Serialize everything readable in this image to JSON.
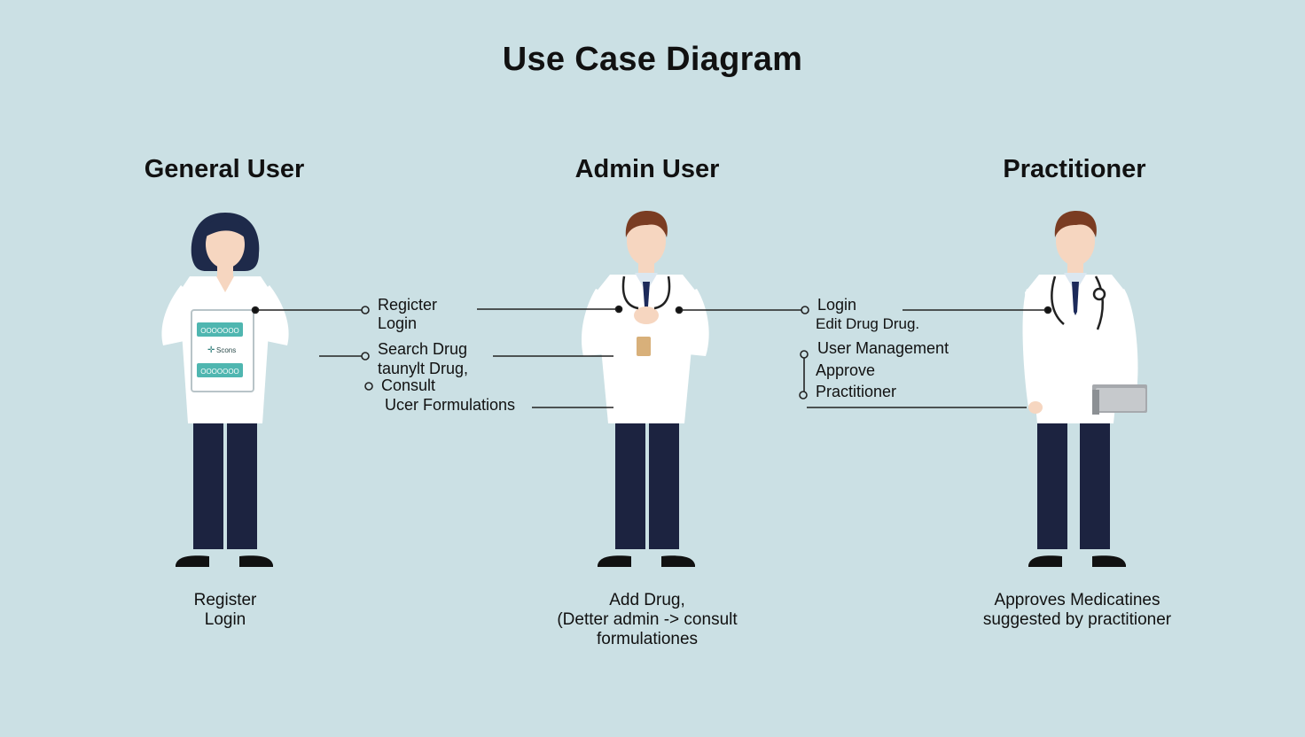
{
  "diagram_title": "Use Case Diagram",
  "actors": {
    "general": {
      "title": "General User",
      "caption_lines": [
        "Register",
        "Login"
      ],
      "tablet_labels": [
        "OOOOOOO",
        "Scons",
        "OOOOOOO"
      ]
    },
    "admin": {
      "title": "Admin User",
      "caption_lines": [
        "Add Drug,",
        "(Detter admin -> consult",
        "formulationes"
      ]
    },
    "practitioner": {
      "title": "Practitioner",
      "caption_lines": [
        "Approves Medicatines",
        "suggested by practitioner"
      ]
    }
  },
  "use_cases_left": [
    "Regicter",
    "Login",
    "Search Drug",
    "taunylt Drug,",
    "Consult",
    "Ucer Formulations"
  ],
  "use_cases_right": [
    "Login",
    "Edit Drug Drug.",
    "User Management",
    "Approve",
    "Practitioner"
  ],
  "colors": {
    "background": "#cbe0e4",
    "coat": "#ffffff",
    "pants": "#1c2340",
    "skin": "#f6d6c0",
    "hair_female": "#1e2a4a",
    "hair_male": "#7a3c22",
    "tablet_button": "#4fb6b0"
  }
}
